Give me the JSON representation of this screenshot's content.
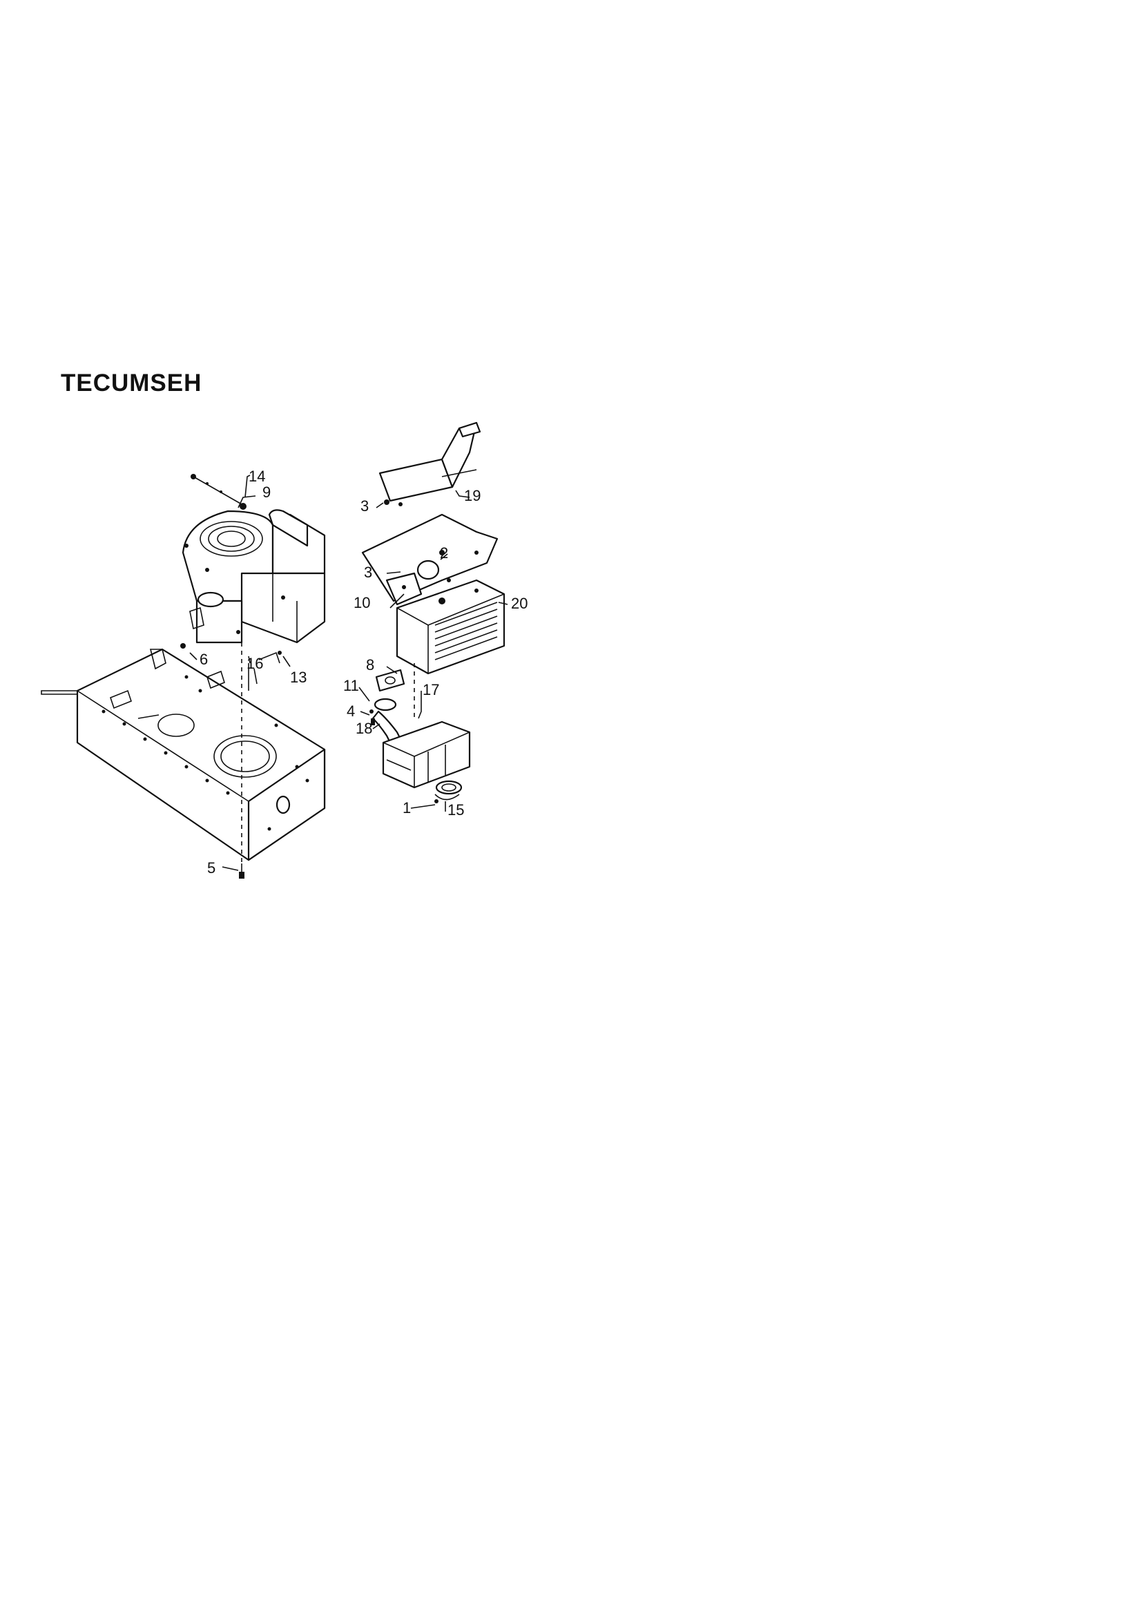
{
  "heading": "TECUMSEH",
  "callouts": {
    "c1": "1",
    "c2": "2",
    "c3a": "3",
    "c3b": "3",
    "c4": "4",
    "c5": "5",
    "c6": "6",
    "c8": "8",
    "c9": "9",
    "c10": "10",
    "c11": "11",
    "c13": "13",
    "c14": "14",
    "c15": "15",
    "c16": "16",
    "c17": "17",
    "c18": "18",
    "c19": "19",
    "c20": "20"
  }
}
